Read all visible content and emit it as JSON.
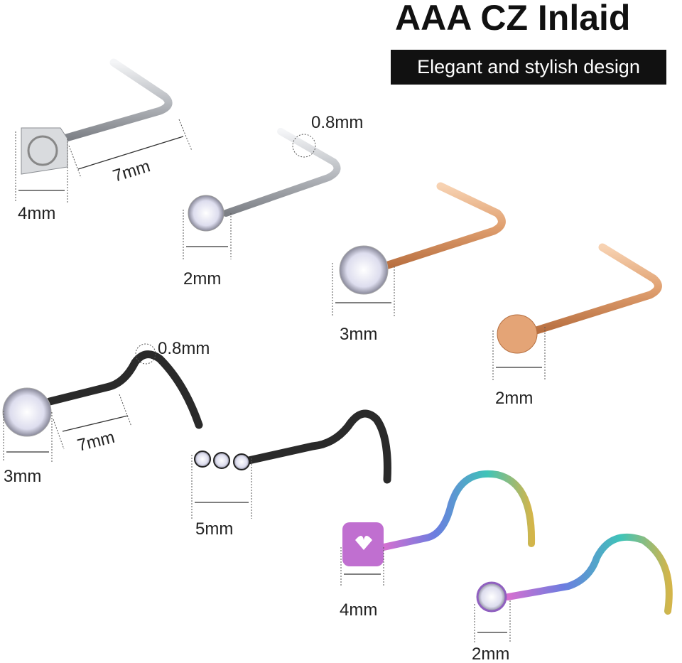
{
  "title": "AAA CZ Inlaid",
  "subtitle": "Elegant and stylish design",
  "labels": {
    "silver_head": "4mm",
    "silver_length": "7mm",
    "gauge_top": "0.8mm",
    "silver_cz": "2mm",
    "rose_ball": "3mm",
    "rose_flat": "2mm",
    "gauge_black": "0.8mm",
    "black_length": "7mm",
    "black_ball": "3mm",
    "black_triple": "5mm",
    "rainbow_heart": "4mm",
    "rainbow_cz": "2mm"
  },
  "colors": {
    "silver": "#c9ccd0",
    "rose": "#e0a77a",
    "black": "#2a2a2a",
    "rainbow_a": "#b46adf",
    "rainbow_b": "#3fbfbf"
  }
}
